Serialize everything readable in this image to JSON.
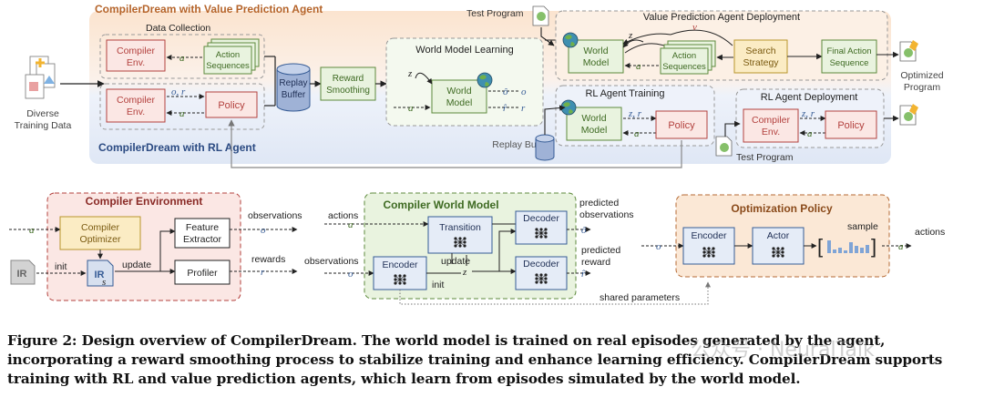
{
  "top": {
    "value_agent_title": "CompilerDream with Value Prediction Agent",
    "rl_agent_title": "CompilerDream with RL Agent",
    "data_collection": "Data Collection",
    "diverse_training_data": [
      "Diverse",
      "Training Data"
    ],
    "compiler_env": [
      "Compiler",
      "Env."
    ],
    "action_sequences": [
      "Action",
      "Sequences"
    ],
    "policy": "Policy",
    "replay_buffer": [
      "Replay",
      "Buffer"
    ],
    "reward_smoothing": [
      "Reward",
      "Smoothing"
    ],
    "world_model_learning": "World Model Learning",
    "world_model": [
      "World",
      "Model"
    ],
    "test_program": "Test Program",
    "vp_deployment": "Value Prediction Agent Deployment",
    "search_strategy": [
      "Search",
      "Strategy"
    ],
    "final_action_sequence": [
      "Final Action",
      "Sequence"
    ],
    "optimized_program": [
      "Optimized",
      "Program"
    ],
    "rl_agent_training": "RL Agent Training",
    "rl_agent_deployment": "RL Agent Deployment",
    "replay_buffer_label": "Replay Buffer",
    "symbols": {
      "a": "a",
      "o_r": "o, r",
      "z": "z",
      "z_r": "z, r",
      "v": "v",
      "o_hat": "ô",
      "o": "o",
      "r_hat": "r̂",
      "r": "r"
    }
  },
  "bottom": {
    "compiler_environment": "Compiler Environment",
    "compiler_optimizer": [
      "Compiler",
      "Optimizer"
    ],
    "feature_extractor": [
      "Feature",
      "Extractor"
    ],
    "profiler": "Profiler",
    "ir": "IR",
    "init": "init",
    "update": "update",
    "s": "s",
    "observations": "observations",
    "rewards": "rewards",
    "compiler_world_model": "Compiler World Model",
    "actions": "actions",
    "transition": "Transition",
    "encoder": "Encoder",
    "decoder": "Decoder",
    "predicted_observations": [
      "predicted",
      "observations"
    ],
    "predicted_reward": [
      "predicted",
      "reward"
    ],
    "shared_parameters": "shared parameters",
    "optimization_policy": "Optimization Policy",
    "actor": "Actor",
    "sample": "sample"
  },
  "caption": "Figure 2: Design overview of CompilerDream. The world model is trained on real episodes generated by the agent, incorporating a reward smoothing process to stabilize training and enhance learning efficiency. CompilerDream supports training with RL and value prediction agents, which learn from episodes simulated by the world model.",
  "watermark": "公众号 · NeuralTalk",
  "colors": {
    "compiler_fill": "#fbe7e4",
    "compiler_stroke": "#b3413e",
    "green_fill": "#e9f3df",
    "green_stroke": "#5d8a3c",
    "blue_fill": "#e5ecf7",
    "blue_stroke": "#355b95",
    "orange_fill": "#fbe8d6",
    "orange_stroke": "#b56a34",
    "yellow_fill": "#fbecc4",
    "yellow_stroke": "#b8962c"
  }
}
